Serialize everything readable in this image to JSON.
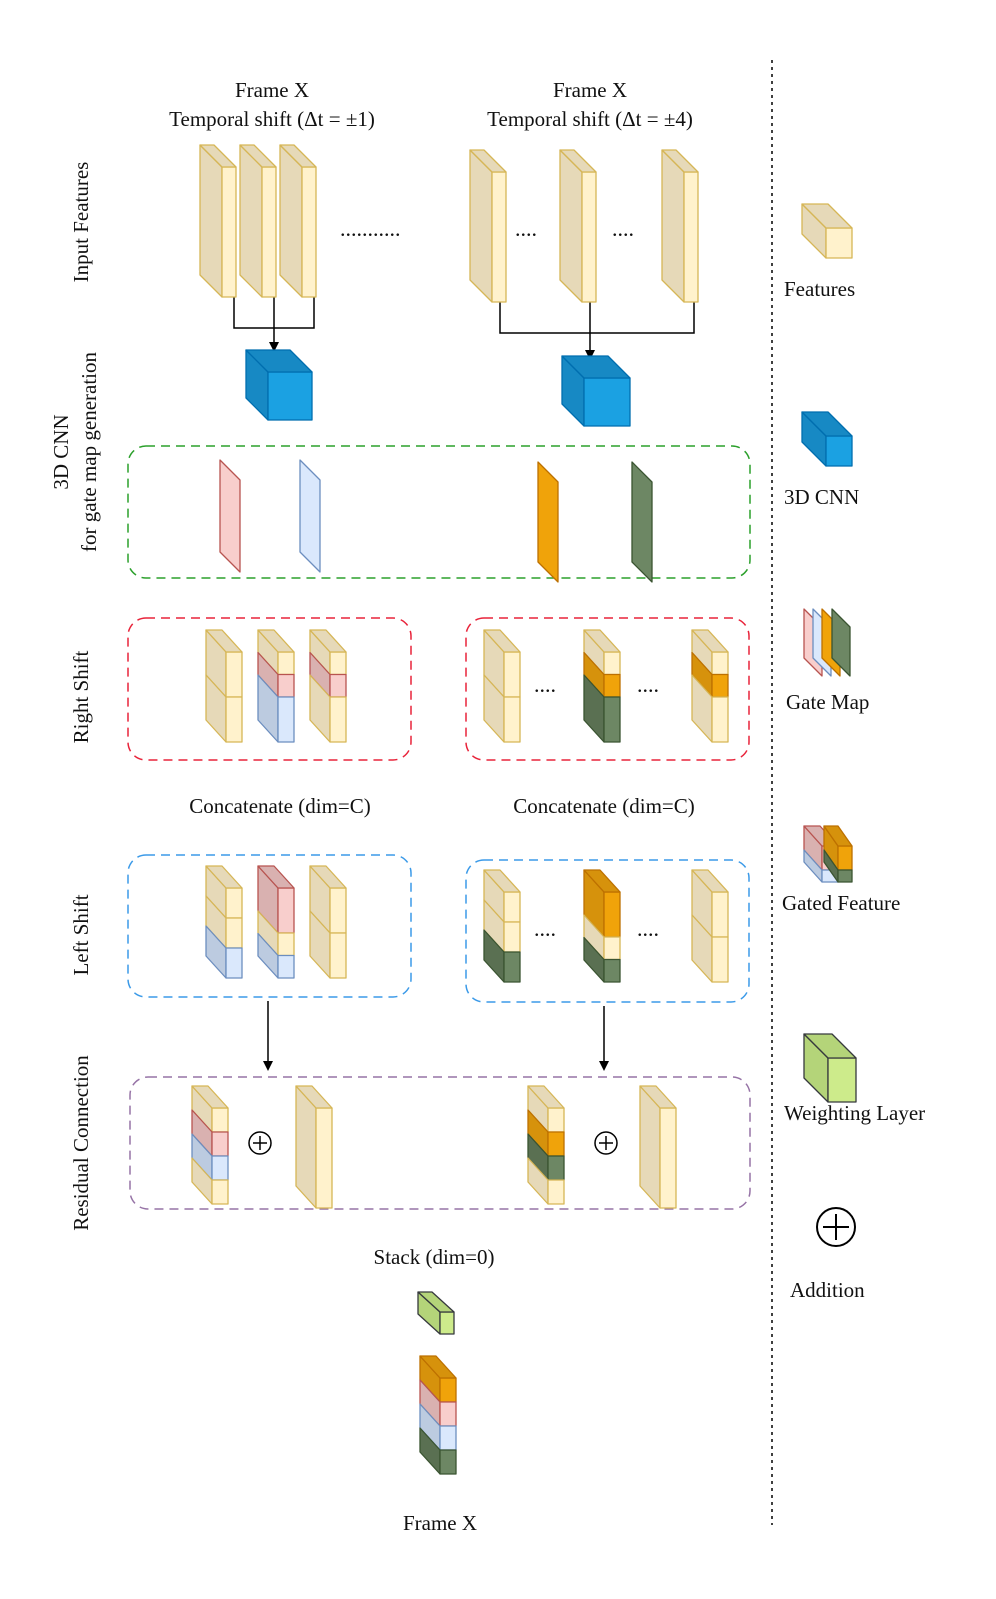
{
  "headers": {
    "group_left_frame": "Frame X",
    "group_left_shift": "Temporal shift (Δt = ±1)",
    "group_right_frame": "Frame X",
    "group_right_shift": "Temporal shift (Δt = ±4)"
  },
  "row_labels": {
    "input_features": "Input Features",
    "cnn_line1": "3D CNN",
    "cnn_line2": "for gate map generation",
    "right_shift": "Right Shift",
    "left_shift": "Left Shift",
    "residual": "Residual Connection"
  },
  "captions": {
    "concat_left": "Concatenate (dim=C)",
    "concat_right": "Concatenate (dim=C)",
    "stack": "Stack (dim=0)",
    "output": "Frame X"
  },
  "separators": {
    "long_dots": "...........",
    "short_dots": "...."
  },
  "legend": [
    {
      "key": "features",
      "label": "Features"
    },
    {
      "key": "cnn3d",
      "label": "3D CNN"
    },
    {
      "key": "gate_map",
      "label": "Gate Map"
    },
    {
      "key": "gated_feature",
      "label": "Gated Feature"
    },
    {
      "key": "weighting_layer",
      "label": "Weighting Layer"
    },
    {
      "key": "addition",
      "label": "Addition"
    }
  ],
  "colors": {
    "feature_front": "#fff2cc",
    "feature_side": "#e6d9b8",
    "feature_edge": "#d6b656",
    "cnn_front": "#1ba1e2",
    "cnn_side": "#1789c4",
    "cnn_edge": "#006eaf",
    "gate_pink": "#f8cecc",
    "gate_pink_side": "#d9b1b0",
    "gate_pink_edge": "#b85450",
    "gate_blue": "#dae8fc",
    "gate_blue_side": "#bccbe0",
    "gate_blue_edge": "#6c8ebf",
    "gate_orange": "#f0a30a",
    "gate_orange_side": "#d6920c",
    "gate_orange_edge": "#bd7000",
    "gate_green": "#6d8764",
    "gate_green_side": "#5a7052",
    "gate_green_edge": "#3a5431",
    "weight_front": "#cdeb8b",
    "weight_side": "#b4d479",
    "weight_edge": "#36393d",
    "border_green": "#2ca02c",
    "border_red": "#e8233a",
    "border_blue": "#3b9ae8",
    "border_purple": "#9673a6"
  }
}
